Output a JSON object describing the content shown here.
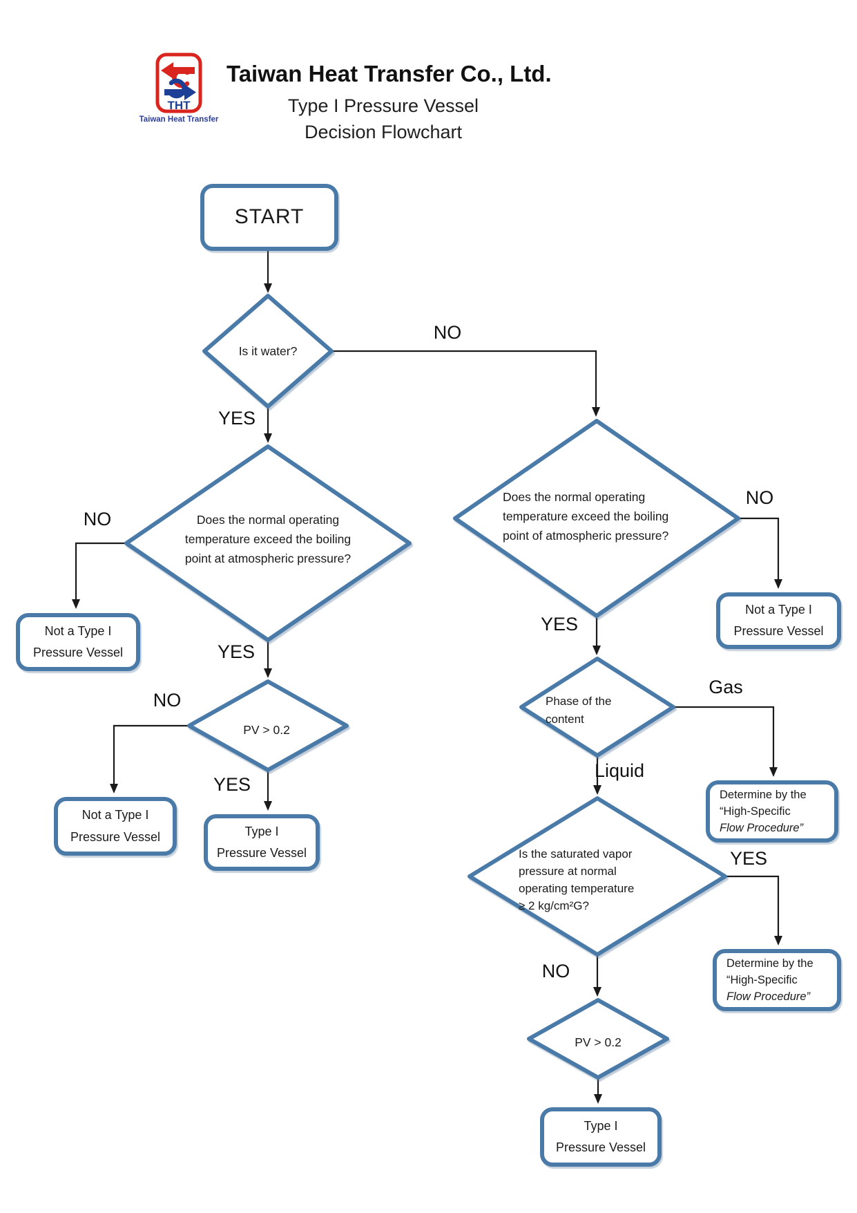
{
  "header": {
    "company": "Taiwan Heat Transfer Co., Ltd.",
    "subtitle1": "Type I Pressure Vessel",
    "subtitle2": "Decision Flowchart",
    "logo_acronym": "THT",
    "logo_caption": "Taiwan Heat Transfer"
  },
  "colors": {
    "shape_border": "#4a7aa8",
    "connector": "#1a1a1a",
    "logo_red": "#d9251d",
    "logo_blue": "#1e3f96"
  },
  "flow": {
    "start": {
      "label": "START"
    },
    "is_water": {
      "label": "Is it water?"
    },
    "left_boiling": {
      "lines": [
        "Does the normal operating",
        "temperature exceed the boiling",
        "point at atmospheric pressure?"
      ]
    },
    "left_not_type1_a": {
      "lines": [
        "Not a Type I",
        "Pressure Vessel"
      ]
    },
    "left_pv": {
      "label": "PV > 0.2"
    },
    "left_not_type1_b": {
      "lines": [
        "Not a Type I",
        "Pressure Vessel"
      ]
    },
    "left_type1": {
      "lines": [
        "Type I",
        "Pressure Vessel"
      ]
    },
    "right_boiling": {
      "lines": [
        "Does the normal operating",
        "temperature exceed the boiling",
        "point of atmospheric pressure?"
      ]
    },
    "right_not_type1": {
      "lines": [
        "Not a Type I",
        "Pressure Vessel"
      ]
    },
    "phase": {
      "lines": [
        "Phase of the",
        "content"
      ]
    },
    "determine_gas": {
      "lines": [
        "Determine by the",
        "“High-Specific",
        "Flow Procedure”"
      ]
    },
    "vapor": {
      "lines": [
        "Is the saturated vapor",
        "pressure at normal",
        "operating temperature",
        "≥ 2 kg/cm²G?"
      ]
    },
    "determine_yes": {
      "lines": [
        "Determine by the",
        "“High-Specific",
        "Flow Procedure”"
      ]
    },
    "right_pv": {
      "label": "PV > 0.2"
    },
    "right_type1": {
      "lines": [
        "Type I",
        "Pressure Vessel"
      ]
    }
  },
  "labels": {
    "water_no": "NO",
    "water_yes": "YES",
    "left_boiling_no": "NO",
    "left_boiling_yes": "YES",
    "left_pv_no": "NO",
    "left_pv_yes": "YES",
    "right_boiling_no": "NO",
    "right_boiling_yes": "YES",
    "phase_gas": "Gas",
    "phase_liquid": "Liquid",
    "vapor_yes": "YES",
    "vapor_no": "NO"
  }
}
